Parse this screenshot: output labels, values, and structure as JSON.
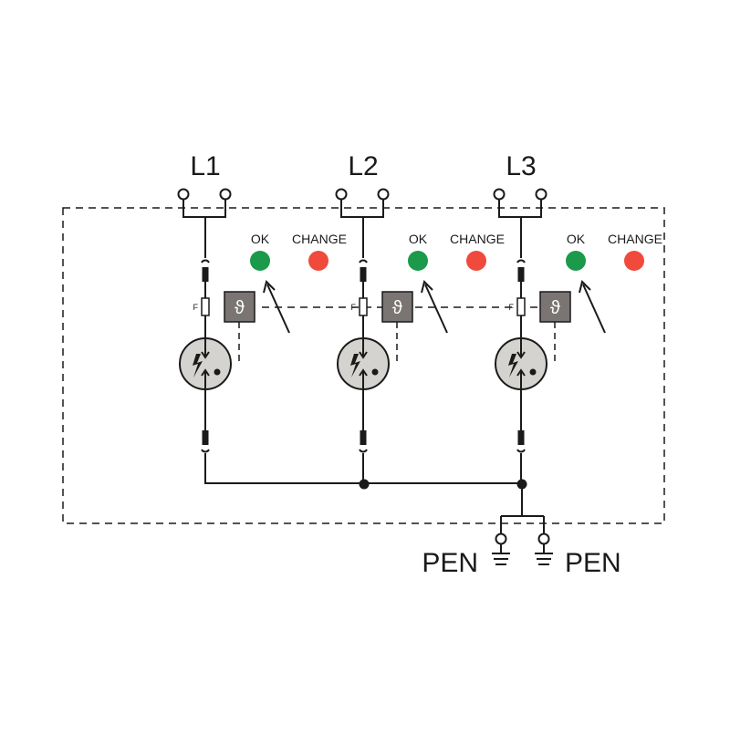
{
  "phases": [
    {
      "label": "L1",
      "ok_label": "OK",
      "change_label": "CHANGE",
      "fuse_label": "F",
      "thermal_symbol": "ϑ"
    },
    {
      "label": "L2",
      "ok_label": "OK",
      "change_label": "CHANGE",
      "fuse_label": "F",
      "thermal_symbol": "ϑ"
    },
    {
      "label": "L3",
      "ok_label": "OK",
      "change_label": "CHANGE",
      "fuse_label": "F",
      "thermal_symbol": "ϑ"
    }
  ],
  "earth": {
    "left_label": "PEN",
    "right_label": "PEN"
  },
  "colors": {
    "ok": "#1a9a4a",
    "change": "#f04a3c",
    "thermal_box": "#7a7573",
    "arrester": "#d4d3cf",
    "line": "#1a1a1a"
  },
  "icons": {
    "arrester": "lightning-bolt-icon",
    "thermal": "theta-thermal-icon",
    "earth": "ground-icon"
  }
}
